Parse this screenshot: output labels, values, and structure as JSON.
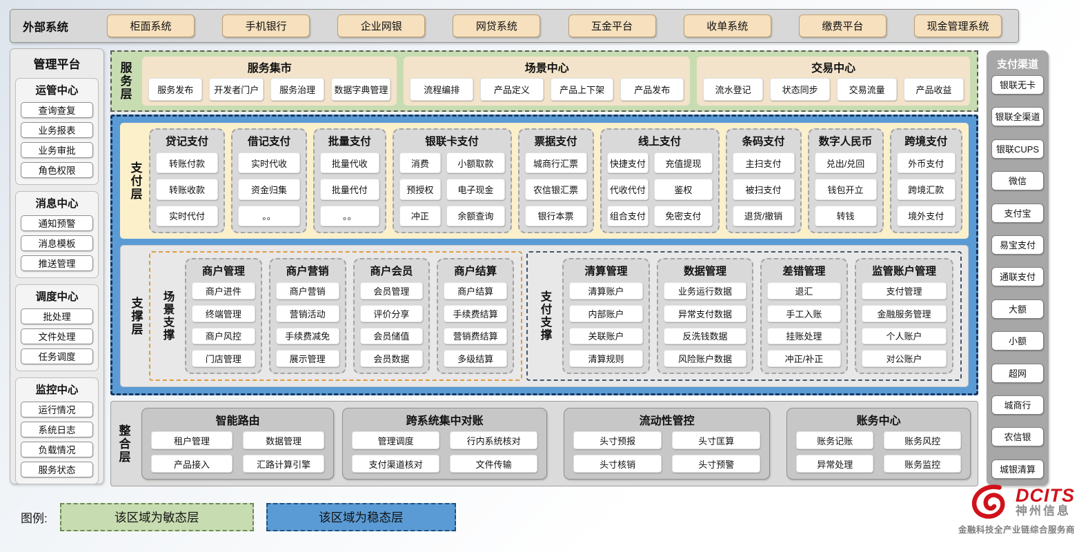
{
  "external_systems": {
    "label": "外部系统",
    "items": [
      "柜面系统",
      "手机银行",
      "企业网银",
      "网贷系统",
      "互金平台",
      "收单系统",
      "缴费平台",
      "现金管理系统"
    ]
  },
  "management_platform": {
    "title": "管理平台",
    "groups": [
      {
        "title": "运管中心",
        "items": [
          "查询查复",
          "业务报表",
          "业务审批",
          "角色权限"
        ]
      },
      {
        "title": "消息中心",
        "items": [
          "通知预警",
          "消息模板",
          "推送管理"
        ]
      },
      {
        "title": "调度中心",
        "items": [
          "批处理",
          "文件处理",
          "任务调度"
        ]
      },
      {
        "title": "监控中心",
        "items": [
          "运行情况",
          "系统日志",
          "负载情况",
          "服务状态"
        ]
      }
    ]
  },
  "service_layer": {
    "label": "服务层",
    "groups": [
      {
        "title": "服务集市",
        "items": [
          "服务发布",
          "开发者门户",
          "服务治理",
          "数据字典管理"
        ]
      },
      {
        "title": "场景中心",
        "items": [
          "流程编排",
          "产品定义",
          "产品上下架",
          "产品发布"
        ]
      },
      {
        "title": "交易中心",
        "items": [
          "流水登记",
          "状态同步",
          "交易流量",
          "产品收益"
        ]
      }
    ]
  },
  "payment_layer": {
    "label": "支付层",
    "columns": [
      {
        "title": "贷记支付",
        "items": [
          "转账付款",
          "转账收款",
          "实时代付"
        ]
      },
      {
        "title": "借记支付",
        "items": [
          "实时代收",
          "资金归集",
          "。。"
        ]
      },
      {
        "title": "批量支付",
        "items": [
          "批量代收",
          "批量代付",
          "。。"
        ]
      },
      {
        "title": "银联卡支付",
        "items": [
          "消费",
          "小额取款",
          "预授权",
          "电子现金",
          "冲正",
          "余额查询"
        ]
      },
      {
        "title": "票据支付",
        "items": [
          "城商行汇票",
          "农信银汇票",
          "银行本票"
        ]
      },
      {
        "title": "线上支付",
        "items": [
          "快捷支付",
          "充值提现",
          "代收代付",
          "鉴权",
          "组合支付",
          "免密支付"
        ]
      },
      {
        "title": "条码支付",
        "items": [
          "主扫支付",
          "被扫支付",
          "退货/撤销"
        ]
      },
      {
        "title": "数字人民币",
        "items": [
          "兑出/兑回",
          "钱包开立",
          "转钱"
        ]
      },
      {
        "title": "跨境支付",
        "items": [
          "外币支付",
          "跨境汇款",
          "境外支付"
        ]
      }
    ]
  },
  "support_layer": {
    "label": "支撑层",
    "scene_support": {
      "label": "场景支撑",
      "columns": [
        {
          "title": "商户管理",
          "items": [
            "商户进件",
            "终端管理",
            "商户风控",
            "门店管理"
          ]
        },
        {
          "title": "商户营销",
          "items": [
            "商户营销",
            "营销活动",
            "手续费减免",
            "展示管理"
          ]
        },
        {
          "title": "商户会员",
          "items": [
            "会员管理",
            "评价分享",
            "会员储值",
            "会员数据"
          ]
        },
        {
          "title": "商户结算",
          "items": [
            "商户结算",
            "手续费结算",
            "营销费结算",
            "多级结算"
          ]
        }
      ]
    },
    "payment_support": {
      "label": "支付支撑",
      "columns": [
        {
          "title": "清算管理",
          "items": [
            "清算账户",
            "内部账户",
            "关联账户",
            "清算规则"
          ]
        },
        {
          "title": "数据管理",
          "items": [
            "业务运行数据",
            "异常支付数据",
            "反洗钱数据",
            "风险账户数据"
          ]
        },
        {
          "title": "差错管理",
          "items": [
            "退汇",
            "手工入账",
            "挂账处理",
            "冲正/补正"
          ]
        },
        {
          "title": "监管账户管理",
          "items": [
            "支付管理",
            "金融服务管理",
            "个人账户",
            "对公账户"
          ]
        }
      ]
    }
  },
  "integration_layer": {
    "label": "整合层",
    "groups": [
      {
        "title": "智能路由",
        "items": [
          "租户管理",
          "数据管理",
          "产品接入",
          "汇路计算引擎"
        ]
      },
      {
        "title": "跨系统集中对账",
        "items": [
          "管理调度",
          "行内系统核对",
          "支付渠道核对",
          "文件传输"
        ]
      },
      {
        "title": "流动性管控",
        "items": [
          "头寸预报",
          "头寸匡算",
          "头寸核销",
          "头寸预警"
        ]
      },
      {
        "title": "账务中心",
        "items": [
          "账务记账",
          "账务风控",
          "异常处理",
          "账务监控"
        ]
      }
    ]
  },
  "payment_channels": {
    "title": "支付渠道",
    "items": [
      "银联无卡",
      "银联全渠道",
      "银联CUPS",
      "微信",
      "支付宝",
      "易宝支付",
      "通联支付",
      "大额",
      "小额",
      "超网",
      "城商行",
      "农信银",
      "城银清算"
    ]
  },
  "legend": {
    "label": "图例:",
    "agile": "该区域为敏态层",
    "stable": "该区域为稳态层"
  },
  "branding": {
    "logo_text": "DCITS",
    "company": "神州信息",
    "tagline": "金融科技全产业链综合服务商"
  },
  "colors": {
    "agile_green": "#c8dcb2",
    "stable_blue": "#5b9bd5",
    "external_tan": "#f6e0bd",
    "scene_support_orange": "#e09a41",
    "payment_support_navy": "#44546a",
    "brand_red": "#d0121b"
  }
}
